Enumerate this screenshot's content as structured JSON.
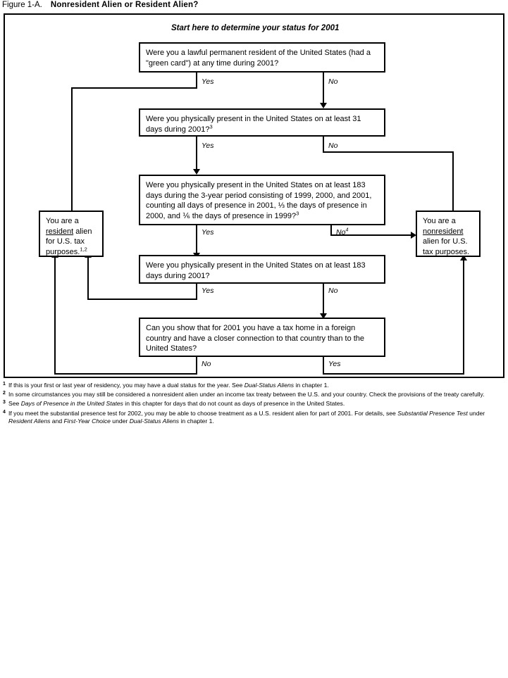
{
  "figure": {
    "label": "Figure 1-A.",
    "title": "Nonresident Alien or Resident Alien?"
  },
  "chart_data": {
    "type": "diagram",
    "diagram_kind": "flowchart",
    "start_label": "Start here to determine your status for 2001",
    "nodes": [
      {
        "id": "q1",
        "kind": "decision",
        "text_parts": [
          "Were you a lawful permanent resident of the United States (had a \"green card\") at any time during 2001?"
        ],
        "yes_label": "Yes",
        "no_label": "No"
      },
      {
        "id": "q2",
        "kind": "decision",
        "text_parts": [
          "Were you physically present in the United States on at least 31 days during 2001?"
        ],
        "superscript": "3",
        "yes_label": "Yes",
        "no_label": "No"
      },
      {
        "id": "q3",
        "kind": "decision",
        "text_parts": [
          "Were you physically present in the United States on at least 183 days during the 3-year period consisting of 1999, 2000, and 2001, counting all days of presence in 2001, ⅓ the days of presence in 2000, and ⅙ the days of presence in 1999?"
        ],
        "superscript": "3",
        "yes_label": "Yes",
        "no_label": "No",
        "no_superscript": "4"
      },
      {
        "id": "q4",
        "kind": "decision",
        "text_parts": [
          "Were you physically present in the United States on at least 183 days during 2001?"
        ],
        "yes_label": "Yes",
        "no_label": "No"
      },
      {
        "id": "q5",
        "kind": "decision",
        "text_parts": [
          "Can you show that for 2001 you have a tax home in a foreign country and have a closer connection to that country than to the United States?"
        ],
        "left_label": "No",
        "right_label": "Yes"
      },
      {
        "id": "resident",
        "kind": "terminal",
        "line1": "You are a",
        "emphasis": "resident",
        "line2_rest": " alien",
        "line3": "for U.S. tax",
        "line4": "purposes.",
        "superscript": "1,2"
      },
      {
        "id": "nonresident",
        "kind": "terminal",
        "line1": "You are a",
        "emphasis": "nonresident",
        "line2_rest": "",
        "line3": "alien for U.S.",
        "line4": "tax purposes."
      }
    ],
    "edges": [
      {
        "from": "q1",
        "label": "Yes",
        "to": "resident"
      },
      {
        "from": "q1",
        "label": "No",
        "to": "q2"
      },
      {
        "from": "q2",
        "label": "Yes",
        "to": "q3"
      },
      {
        "from": "q2",
        "label": "No",
        "to": "nonresident"
      },
      {
        "from": "q3",
        "label": "Yes",
        "to": "q4"
      },
      {
        "from": "q3",
        "label": "No",
        "to": "nonresident"
      },
      {
        "from": "q4",
        "label": "Yes",
        "to": "resident"
      },
      {
        "from": "q4",
        "label": "No",
        "to": "q5"
      },
      {
        "from": "q5",
        "label": "No",
        "to": "resident"
      },
      {
        "from": "q5",
        "label": "Yes",
        "to": "nonresident"
      }
    ]
  },
  "footnotes": [
    {
      "mark": "1",
      "pre": "If this is your first or last year of residency, you may have a dual status for the year. See ",
      "italic": "Dual-Status Aliens",
      "post": " in chapter 1."
    },
    {
      "mark": "2",
      "pre": "In some circumstances you may still be considered a nonresident alien under an income tax treaty between the U.S. and your country. Check the provisions of the treaty carefully.",
      "italic": "",
      "post": ""
    },
    {
      "mark": "3",
      "pre": "See ",
      "italic": "Days of Presence in the United States",
      "post": " in this chapter for days that do not count as days of presence in the United States."
    },
    {
      "mark": "4",
      "pre": "If you meet the substantial presence test for 2002, you may be able to choose treatment as a U.S. resident alien for part of 2001. For details, see ",
      "italic": "Substantial Presence Test",
      "mid1": " under ",
      "italic2": "Resident Aliens",
      "mid2": " and ",
      "italic3": "First-Year Choice",
      "mid3": " under ",
      "italic4": "Dual-Status Aliens",
      "post": " in chapter 1."
    }
  ]
}
